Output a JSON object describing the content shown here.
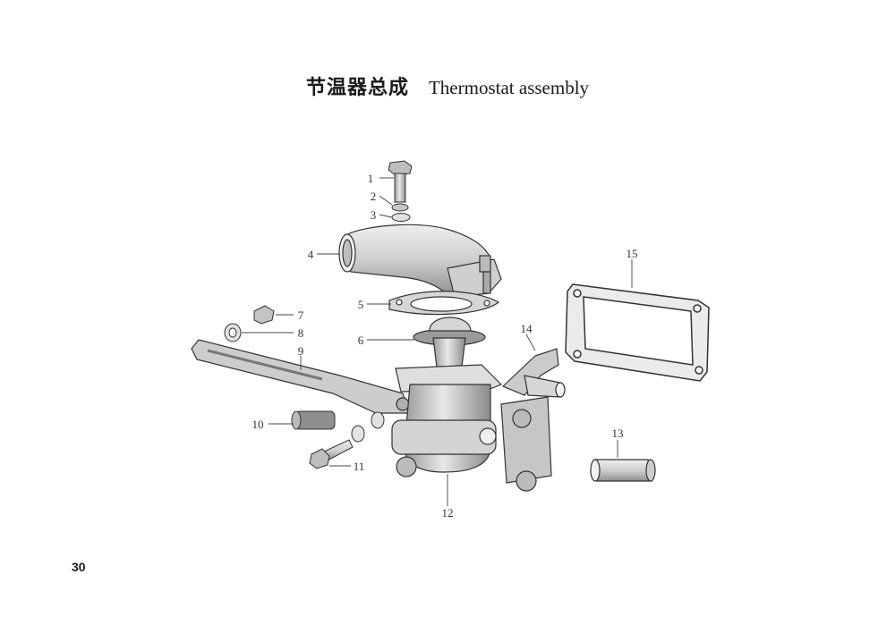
{
  "title": {
    "zh": "节温器总成",
    "en": "Thermostat assembly"
  },
  "callouts": [
    "1",
    "2",
    "3",
    "4",
    "5",
    "6",
    "7",
    "8",
    "9",
    "10",
    "11",
    "12",
    "13",
    "14",
    "15"
  ],
  "page_number": "30",
  "colors": {
    "ink": "#1a1a1a",
    "part_fill": "#d8d8d8",
    "part_dark": "#8a8a8a"
  }
}
